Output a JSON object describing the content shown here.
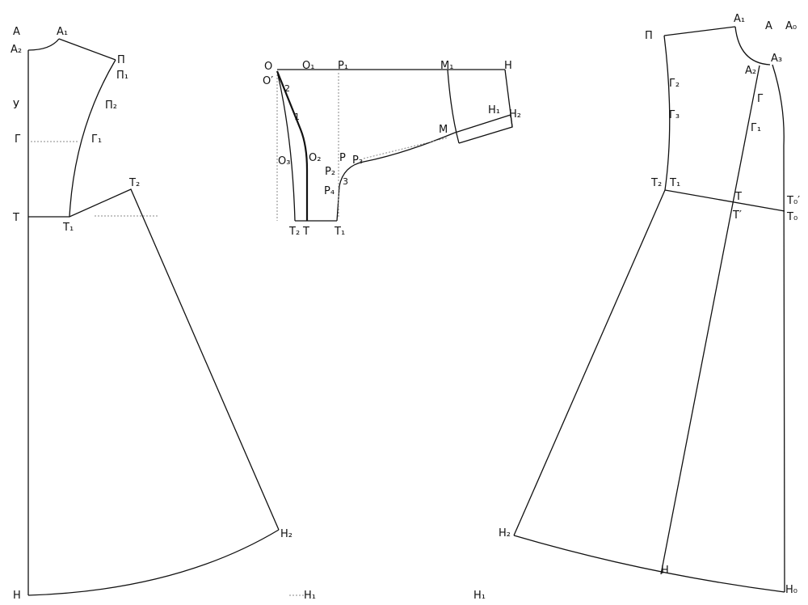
{
  "back_piece": {
    "labels": {
      "A": "А",
      "A1": "А₁",
      "A2": "А₂",
      "P": "П",
      "P1": "П₁",
      "U": "У",
      "P2": "П₂",
      "G": "Г",
      "G1": "Г₁",
      "T": "Т",
      "T1": "Т₁",
      "T2": "Т₂",
      "H2": "Н₂",
      "H": "Н",
      "H1": "Н₁"
    }
  },
  "sleeve": {
    "labels": {
      "O": "О",
      "O_prime": "О′",
      "O1": "О₁",
      "R": "Р₁",
      "M1": "М₁",
      "H": "Н",
      "n2": "2",
      "n1": "1",
      "n3": "3",
      "O3": "О₃",
      "O2": "О₂",
      "P": "Р",
      "P2": "Р₂",
      "P3": "Р₃",
      "P4": "Р₄",
      "H1": "Н₁",
      "H2": "Н₂",
      "M": "М",
      "T2": "Т₂",
      "T": "Т",
      "T1": "Т₁"
    }
  },
  "front_piece": {
    "labels": {
      "A1": "А₁",
      "A": "А",
      "A0": "А₀",
      "P": "П",
      "A3": "А₃",
      "A2": "А₂",
      "G2": "Г₂",
      "G": "Г",
      "G3": "Г₃",
      "G1": "Г₁",
      "T2": "Т₂",
      "T1": "Т₁",
      "T": "Т",
      "T_prime": "Т′",
      "T0_prime": "Т₀′",
      "T0": "Т₀",
      "H2": "Н₂",
      "H": "Н",
      "H0": "Н₀",
      "H1": "Н₁"
    }
  }
}
